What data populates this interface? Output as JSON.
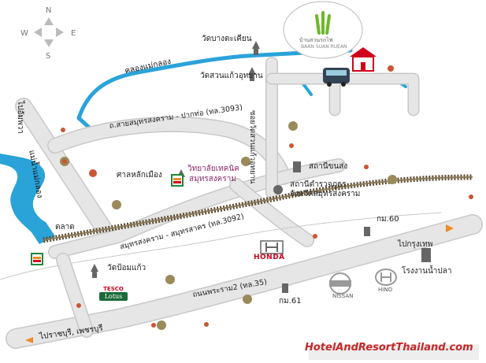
{
  "compass": {
    "n": "N",
    "s": "S",
    "e": "E",
    "w": "W"
  },
  "resort": {
    "logo_text": "บ้านสวนรถไฟ",
    "logo_sub": "BAAN SUAN RUEAN"
  },
  "labels": {
    "canal_mae_klong": "คลองแม่กลอง",
    "river_mae_klong": "แม่น้ำแม่กลอง",
    "to_amphawa": "ไปอัมพวา",
    "road_3093": "ถ.สายสมุทรสงคราม - ปากท่อ (ทล.3093)",
    "road_3092": "สมุทรสงคราม - สมุทรสาคร (ทล.3092)",
    "road_35": "ถนนพระราม2 (ทล.35)",
    "soi_wat_suan": "ซอยวัดสวนแก้วอุทยาน",
    "wat_bang_kacha": "วัดบางตะเคียน",
    "wat_suan_kaew": "วัดสวนแก้วอุทยาน",
    "city_pillar": "ศาลหลักเมือง",
    "college_line1": "วิทยาลัยเทคนิค",
    "college_line2": "สมุทรสงคราม",
    "transport_station": "สถานีขนส่ง",
    "police_line1": "สถานีตำรวจภูธร",
    "police_line2": "จังหวัดสมุทรสงคราม",
    "market": "ตลาด",
    "wat_pom_kaew": "วัดป้อมแก้ว",
    "km60": "กม.60",
    "km61": "กม.61",
    "to_bangkok": "ไปกรุงเทพ",
    "fish_sauce": "โรงงานน้ำปลา",
    "to_ratchaburi": "ไปราชบุรี, เพชรบุรี",
    "honda": "HONDA",
    "nissan": "NISSAN",
    "hino": "HINO",
    "tesco_top": "TESCO",
    "tesco_bottom": "Lotus",
    "seven_eleven": "7",
    "watermark": "HotelAndResortThailand.com"
  },
  "colors": {
    "road": "#e6e6e6",
    "road_edge": "#c8c8c8",
    "river": "#2aa3d8",
    "rail": "#5a4a2f",
    "arrow": "#f08a24"
  }
}
